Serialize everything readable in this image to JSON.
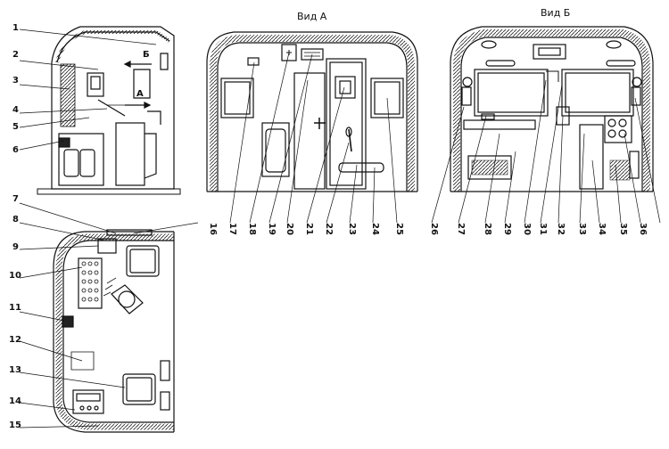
{
  "views": {
    "view_a": "Вид А",
    "view_b": "Вид Б"
  },
  "markers": {
    "b": "Б",
    "a": "А"
  },
  "left_labels": [
    "1",
    "2",
    "3",
    "4",
    "5",
    "6",
    "7",
    "8",
    "9",
    "10",
    "11",
    "12",
    "13",
    "14",
    "15"
  ],
  "bottom_labels": [
    "16",
    "17",
    "18",
    "19",
    "20",
    "21",
    "22",
    "23",
    "24",
    "25",
    "26",
    "27",
    "28",
    "29",
    "30",
    "31",
    "32",
    "33",
    "34",
    "35",
    "36"
  ]
}
